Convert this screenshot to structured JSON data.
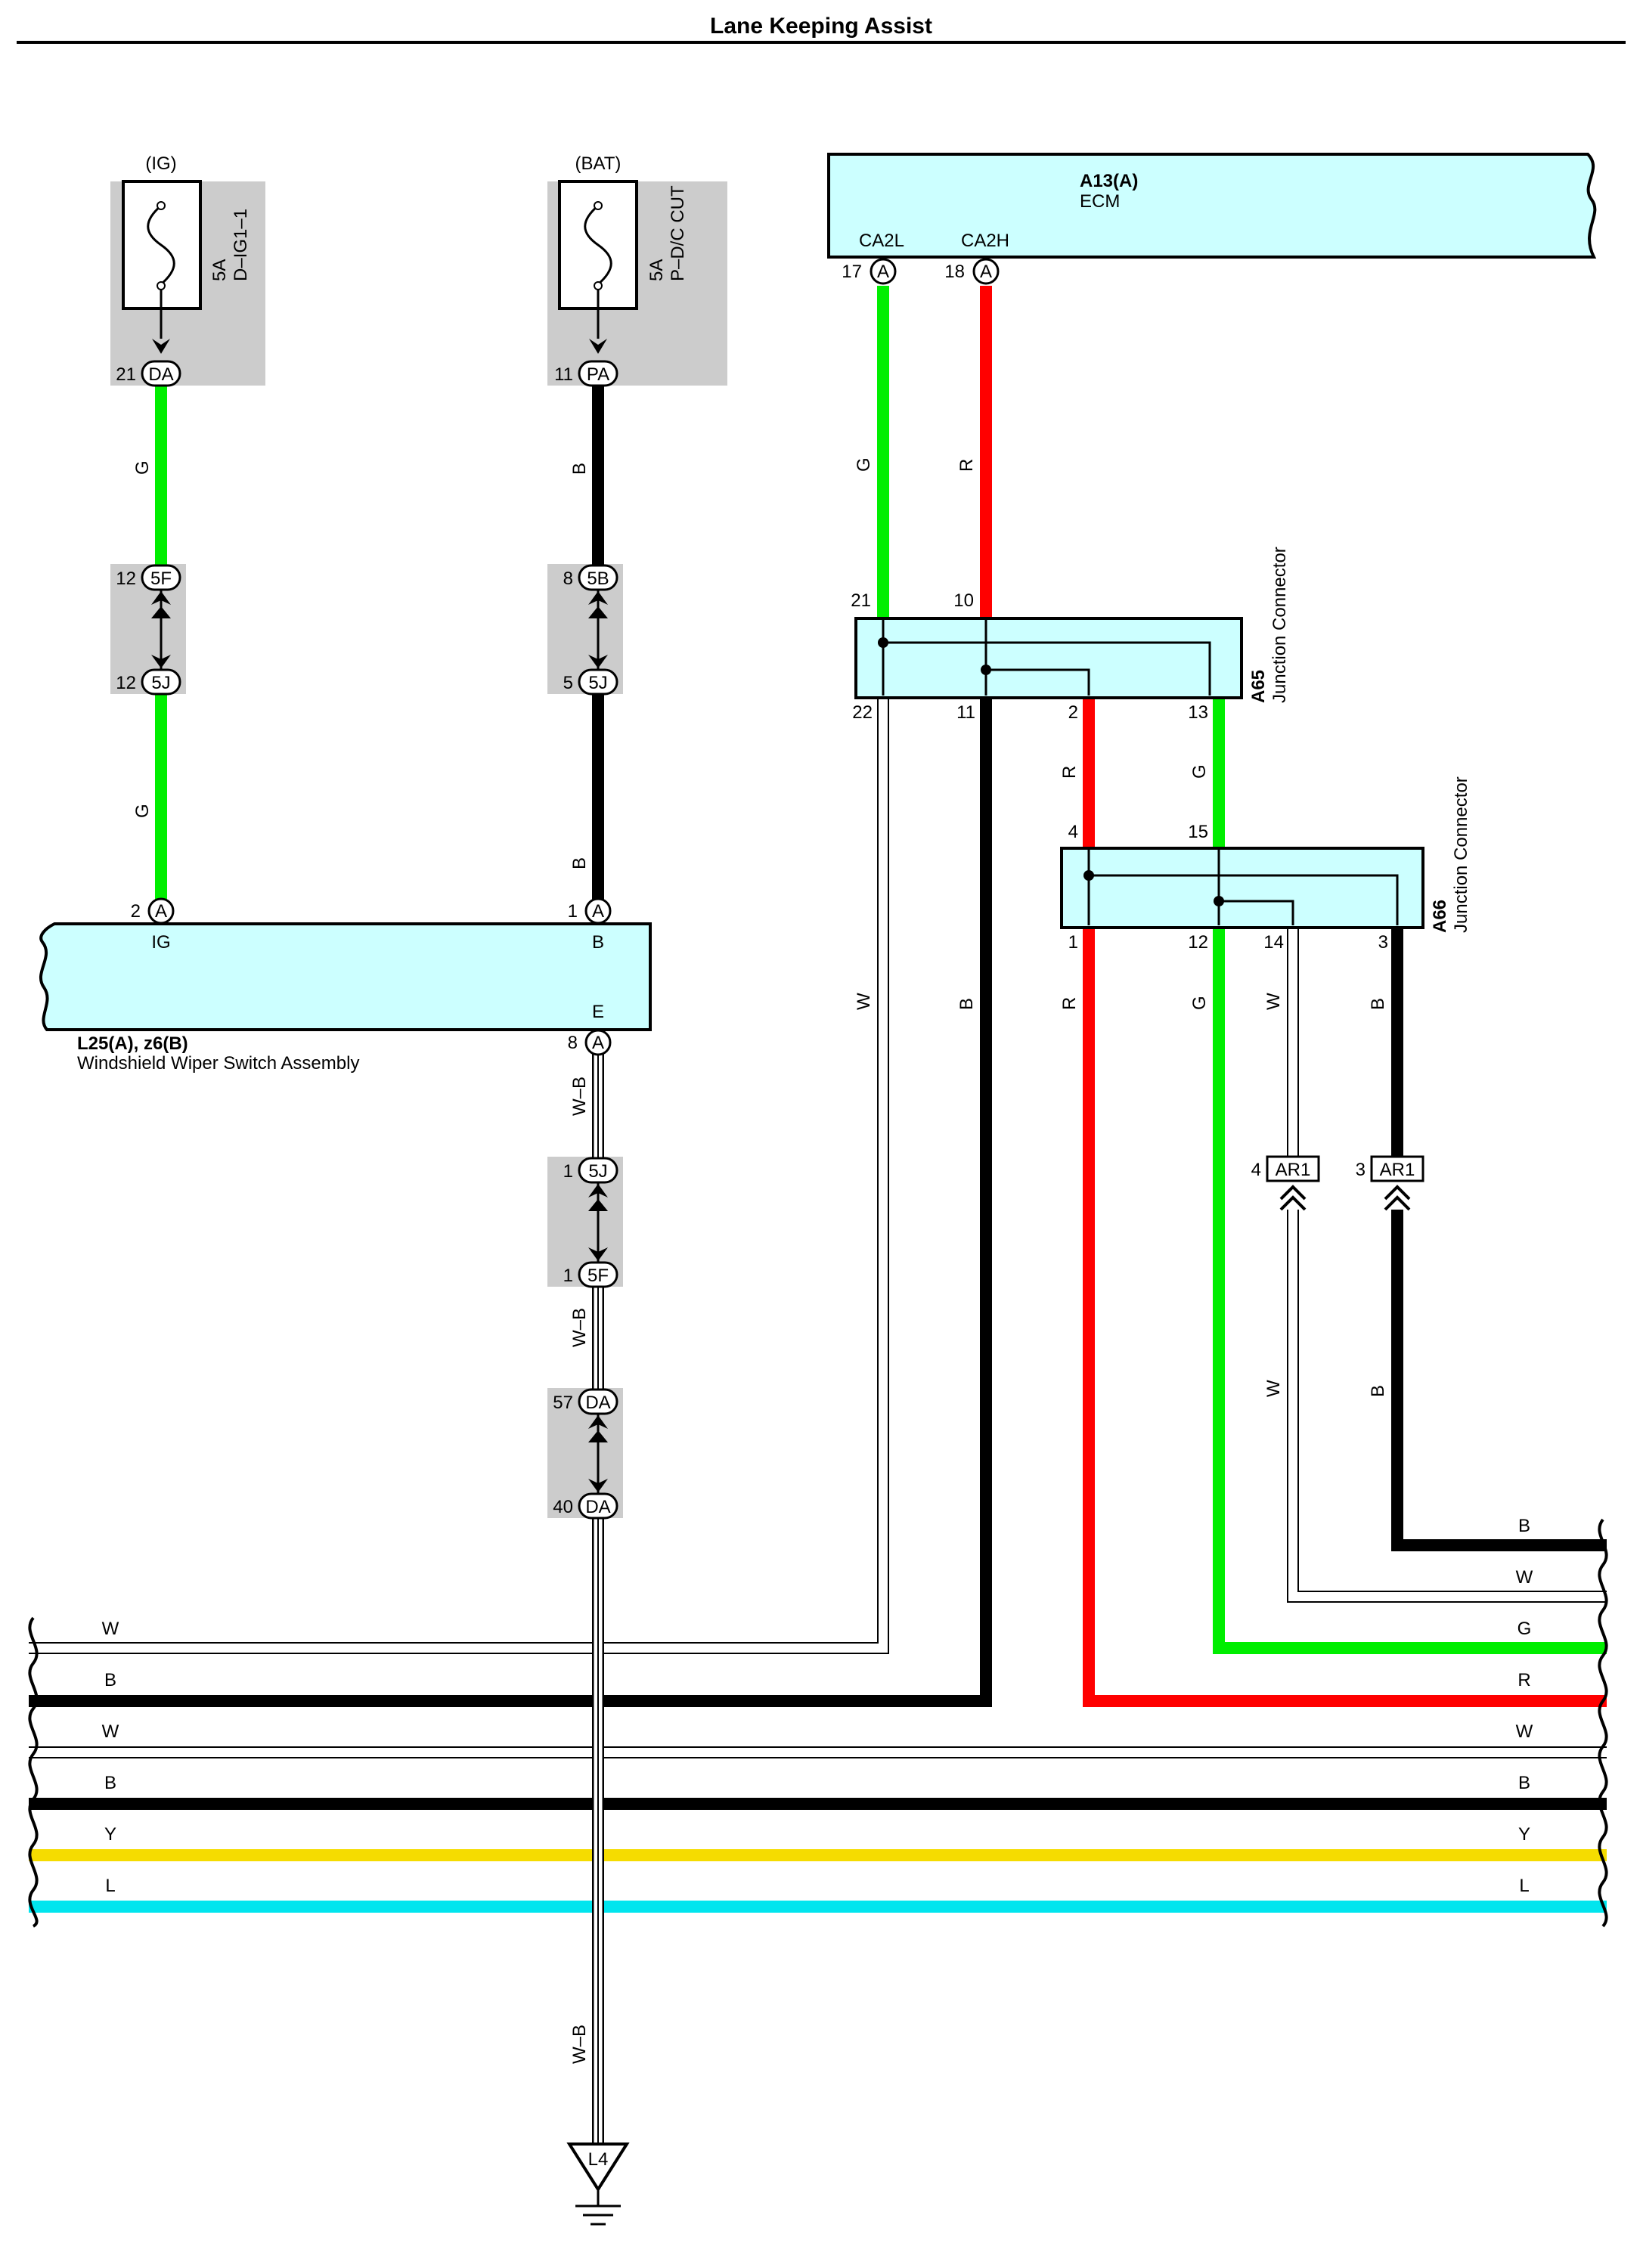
{
  "title": "Lane Keeping Assist",
  "colors": {
    "G": "#00ee00",
    "R": "#ff0000",
    "B": "#000000",
    "W": "#ffffff",
    "Y": "#f5dc00",
    "L": "#00e5ee",
    "component_fill": "#ccffff",
    "shade": "#cccccc"
  },
  "fuses": {
    "ig": {
      "source": "(IG)",
      "rating": "5A",
      "name": "D–IG1–1"
    },
    "bat": {
      "source": "(BAT)",
      "rating": "5A",
      "name": "P–D/C CUT"
    }
  },
  "ecm": {
    "id": "A13(A)",
    "name": "ECM",
    "pin_ca2l": "CA2L",
    "pin_ca2h": "CA2H"
  },
  "wiper_switch": {
    "id": "L25(A), z6(B)",
    "name": "Windshield Wiper Switch Assembly",
    "pin_ig": "IG",
    "pin_b": "B",
    "pin_e": "E"
  },
  "junction_a65": {
    "id": "A65",
    "name": "Junction Connector"
  },
  "junction_a66": {
    "id": "A66",
    "name": "Junction Connector"
  },
  "connectors": {
    "da": "DA",
    "pa": "PA",
    "c5f": "5F",
    "c5j": "5J",
    "c5b": "5B",
    "a": "A",
    "ar1": "AR1",
    "l4": "L4"
  },
  "pins": {
    "p21": "21",
    "p11": "11",
    "p12": "12",
    "p8": "8",
    "p5": "5",
    "p2": "2",
    "p1": "1",
    "p17": "17",
    "p18": "18",
    "p10": "10",
    "p22": "22",
    "p13": "13",
    "p4": "4",
    "p15": "15",
    "p14": "14",
    "p3": "3",
    "p57": "57",
    "p40": "40"
  },
  "wire_colors": {
    "g": "G",
    "r": "R",
    "b": "B",
    "w": "W",
    "wb": "W–B",
    "y": "Y",
    "l": "L"
  }
}
